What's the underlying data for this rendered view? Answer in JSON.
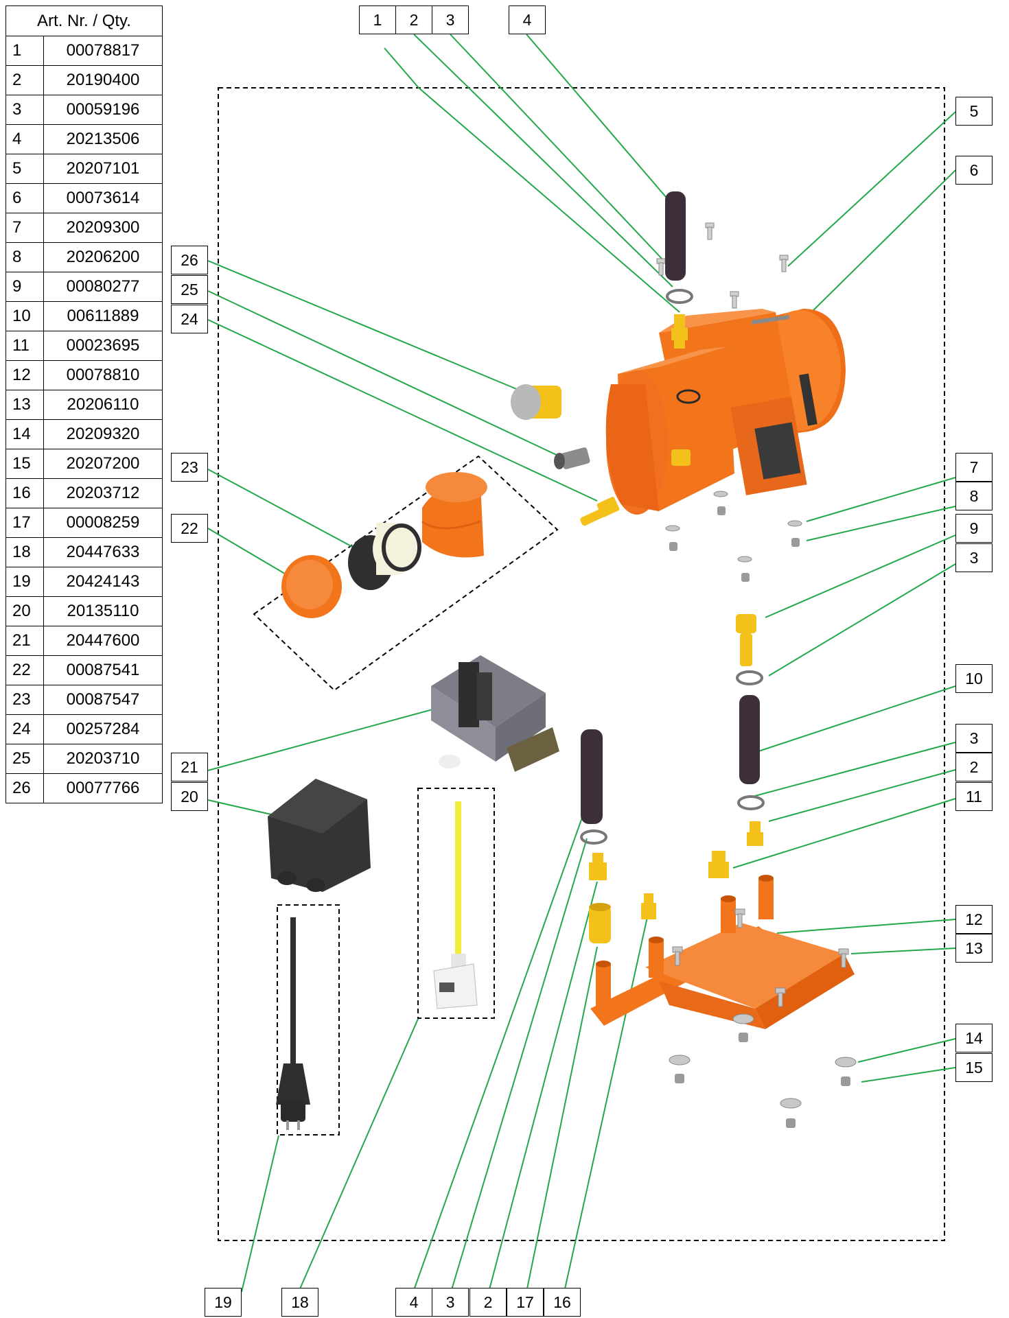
{
  "table": {
    "header": "Art. Nr. / Qty.",
    "rows": [
      {
        "no": "1",
        "art": "00078817"
      },
      {
        "no": "2",
        "art": "20190400"
      },
      {
        "no": "3",
        "art": "00059196"
      },
      {
        "no": "4",
        "art": "20213506"
      },
      {
        "no": "5",
        "art": "20207101"
      },
      {
        "no": "6",
        "art": "00073614"
      },
      {
        "no": "7",
        "art": "20209300"
      },
      {
        "no": "8",
        "art": "20206200"
      },
      {
        "no": "9",
        "art": "00080277"
      },
      {
        "no": "10",
        "art": "00611889"
      },
      {
        "no": "11",
        "art": "00023695"
      },
      {
        "no": "12",
        "art": "00078810"
      },
      {
        "no": "13",
        "art": "20206110"
      },
      {
        "no": "14",
        "art": "20209320"
      },
      {
        "no": "15",
        "art": "20207200"
      },
      {
        "no": "16",
        "art": "20203712"
      },
      {
        "no": "17",
        "art": "00008259"
      },
      {
        "no": "18",
        "art": "20447633"
      },
      {
        "no": "19",
        "art": "20424143"
      },
      {
        "no": "20",
        "art": "20135110"
      },
      {
        "no": "21",
        "art": "20447600"
      },
      {
        "no": "22",
        "art": "00087541"
      },
      {
        "no": "23",
        "art": "00087547"
      },
      {
        "no": "24",
        "art": "00257284"
      },
      {
        "no": "25",
        "art": "20203710"
      },
      {
        "no": "26",
        "art": "00077766"
      }
    ]
  },
  "callouts": {
    "top_1": "1",
    "top_2": "2",
    "top_3": "3",
    "top_4": "4",
    "r_5": "5",
    "r_6": "6",
    "r_7": "7",
    "r_8": "8",
    "r_9": "9",
    "r_3a": "3",
    "r_10": "10",
    "r_3b": "3",
    "r_2": "2",
    "r_11": "11",
    "r_12": "12",
    "r_13": "13",
    "r_14": "14",
    "r_15": "15",
    "l_26": "26",
    "l_25": "25",
    "l_24": "24",
    "l_23": "23",
    "l_22": "22",
    "l_21": "21",
    "l_20": "20",
    "b_19": "19",
    "b_18": "18",
    "b_4": "4",
    "b_3": "3",
    "b_2": "2",
    "b_17": "17",
    "b_16": "16"
  },
  "colors": {
    "leader": "#22a84a",
    "pump_orange": "#f2751c",
    "brass": "#f3c11a",
    "hose": "#3d2f3a",
    "plug_black": "#2f2f2f",
    "cable_yellow": "#f4ec3c"
  }
}
